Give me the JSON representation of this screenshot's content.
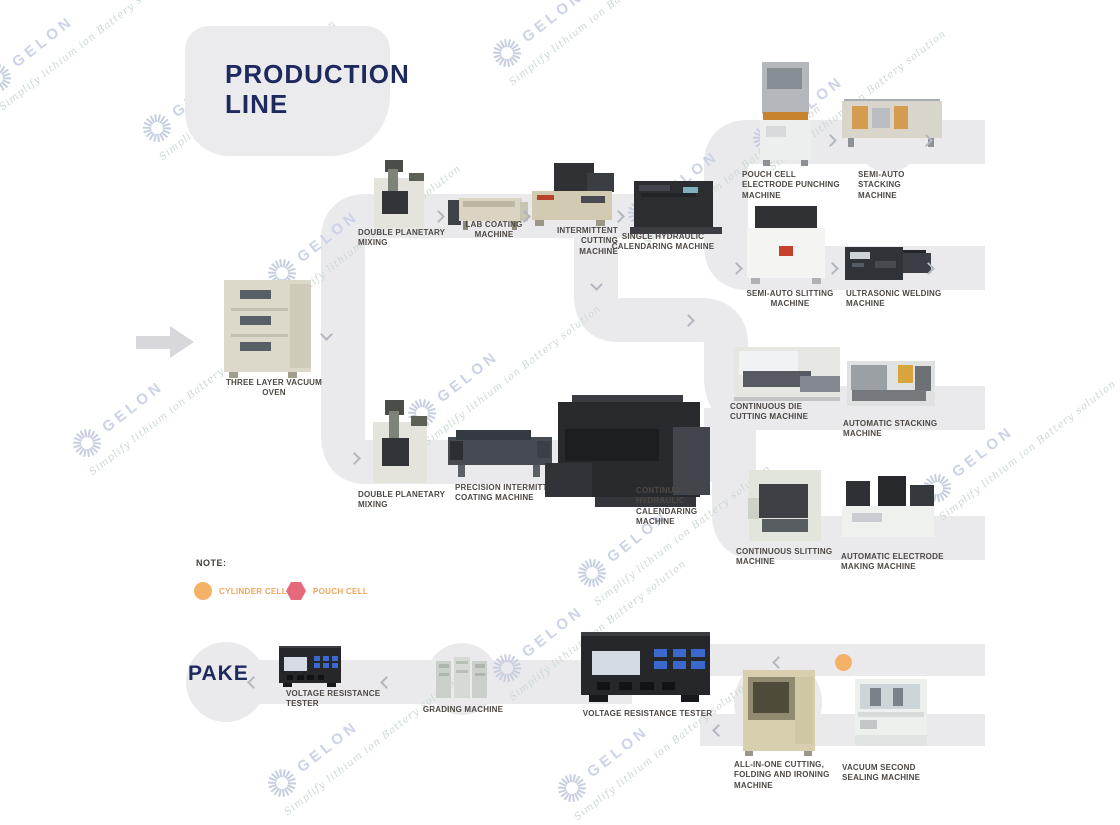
{
  "title": "PRODUCTION LINE",
  "pack_label": "PAKE",
  "watermark": {
    "brand": "GELON",
    "tagline": "Simplify lithium ion Battery solution"
  },
  "note": {
    "heading": "NOTE:",
    "legend": [
      {
        "id": "cylinder-cell",
        "label": "CYLINDER CELL",
        "shape": "circle",
        "color": "#f5b266"
      },
      {
        "id": "pouch-cell",
        "label": "POUCH CELL",
        "shape": "hexagon",
        "color": "#e4697b"
      }
    ]
  },
  "colors": {
    "band": "#eaeaed",
    "chevron": "#b4b6bf",
    "title_navy": "#1e2a5e",
    "label_gray": "#4d4844",
    "legend_orange": "#f2a65a"
  },
  "machines": [
    {
      "id": "three-layer-vacuum-oven",
      "label": "THREE LAYER VACUUM OVEN"
    },
    {
      "id": "double-planetary-mixing-1",
      "label": "DOUBLE PLANETARY MIXING"
    },
    {
      "id": "lab-coating-machine",
      "label": "LAB COATING MACHINE"
    },
    {
      "id": "intermittent-cutting-machine",
      "label": "INTERMITTENT CUTTING MACHINE"
    },
    {
      "id": "single-hydraulic-calendaring-machine",
      "label": "SINGLE HYDRAULIC CALENDARING MACHINE"
    },
    {
      "id": "pouch-cell-electrode-punching-machine",
      "label": "POUCH CELL ELECTRODE PUNCHING MACHINE"
    },
    {
      "id": "semi-auto-stacking-machine",
      "label": "SEMI-AUTO STACKING MACHINE"
    },
    {
      "id": "semi-auto-slitting-machine",
      "label": "SEMI-AUTO SLITTING MACHINE"
    },
    {
      "id": "ultrasonic-welding-machine",
      "label": "ULTRASONIC WELDING MACHINE"
    },
    {
      "id": "continuous-die-cutting-machine",
      "label": "CONTINUOUS DIE CUTTING MACHINE"
    },
    {
      "id": "automatic-stacking-machine",
      "label": "AUTOMATIC STACKING MACHINE"
    },
    {
      "id": "double-planetary-mixing-2",
      "label": "DOUBLE PLANETARY MIXING"
    },
    {
      "id": "precision-intermittent-coating-machine",
      "label": "PRECISION INTERMITTENT COATING MACHINE"
    },
    {
      "id": "continuous-hydraulic-calendaring-machine",
      "label": "CONTINUOUS HYDRAULIC CALENDARING MACHINE"
    },
    {
      "id": "continuous-slitting-machine",
      "label": "CONTINUOUS SLITTING MACHINE"
    },
    {
      "id": "automatic-electrode-making-machine",
      "label": "AUTOMATIC ELECTRODE MAKING MACHINE"
    },
    {
      "id": "voltage-resistance-tester-1",
      "label": "VOLTAGE RESISTANCE TESTER"
    },
    {
      "id": "grading-machine",
      "label": "GRADING MACHINE"
    },
    {
      "id": "voltage-resistance-tester-2",
      "label": "VOLTAGE RESISTANCE TESTER"
    },
    {
      "id": "all-in-one-cutting-folding-ironing-machine",
      "label": "ALL-IN-ONE CUTTING, FOLDING AND IRONING MACHINE"
    },
    {
      "id": "vacuum-second-sealing-machine",
      "label": "VACUUM SECOND SEALING MACHINE"
    }
  ]
}
